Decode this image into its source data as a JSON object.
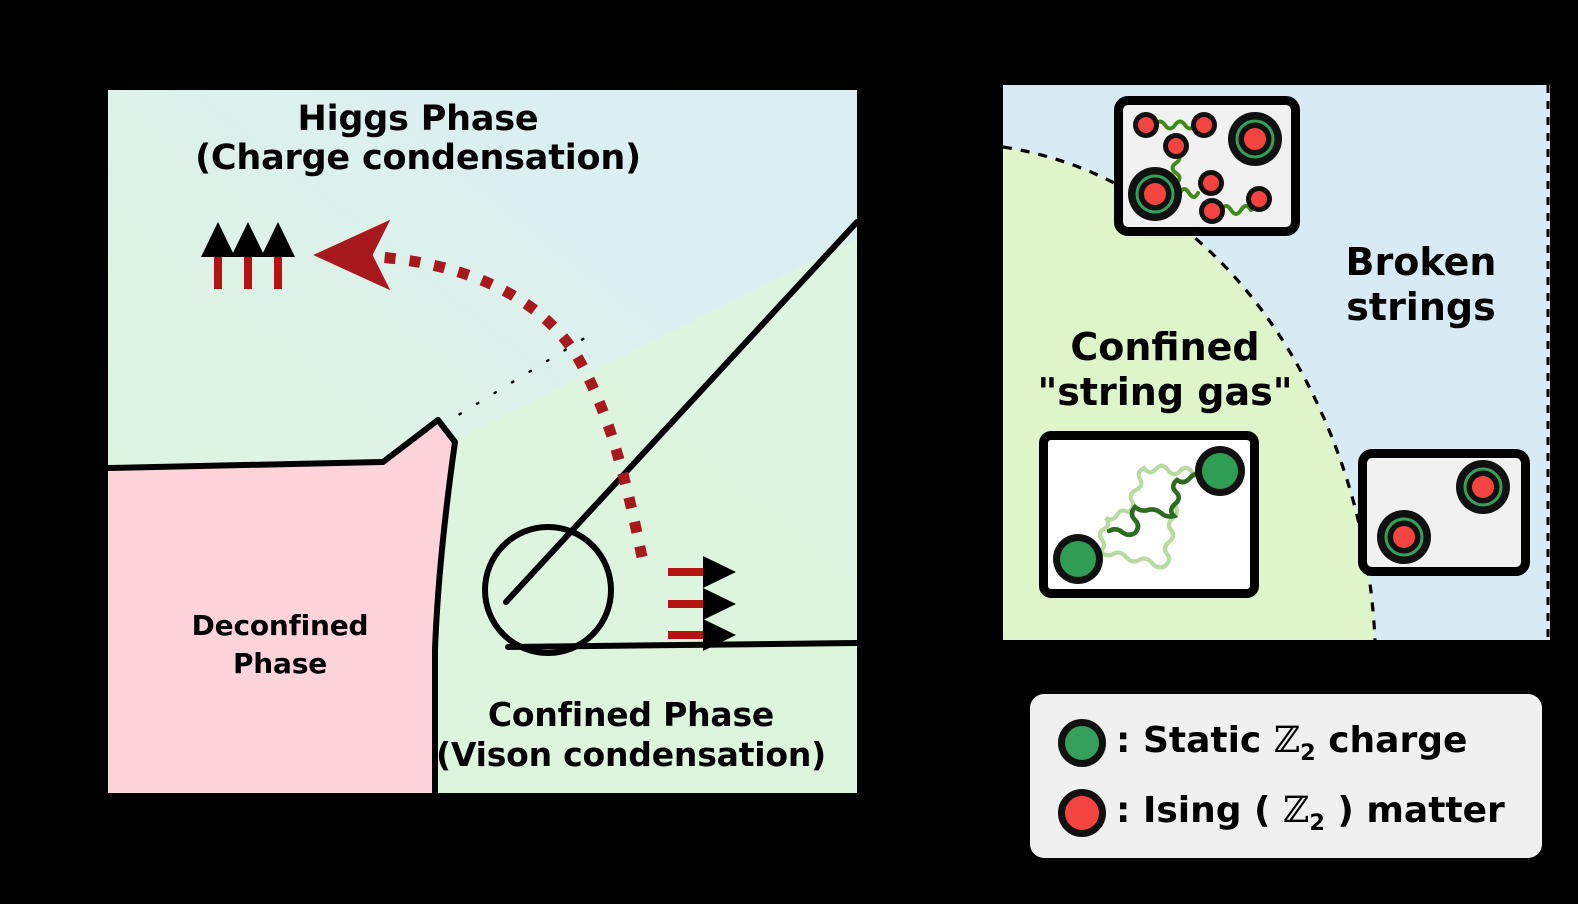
{
  "figure": {
    "background_color": "#000000",
    "domain": "Diagram"
  },
  "left_panel": {
    "name": "phase-diagram",
    "background_gradient": [
      "#d8eef3",
      "#ddf5dd"
    ],
    "labels": {
      "higgs_line1": "Higgs Phase",
      "higgs_line2": "(Charge condensation)",
      "deconfined_line1": "Deconfined",
      "deconfined_line2": "Phase",
      "confined_line1": "Confined Phase",
      "confined_line2": "(Vison condensation)"
    },
    "regions": [
      {
        "name": "higgs-region",
        "fill": "#ddf0ee"
      },
      {
        "name": "deconfined-region",
        "fill": "#ffd3da"
      },
      {
        "name": "confined-region",
        "fill": "#ddf5dd"
      }
    ],
    "annotations": {
      "up_arrows_count": 3,
      "right_arrows_count": 3,
      "arrow_shaft_color": "#b51212",
      "arrow_head_color": "#000000",
      "crossover_arrow_color": "#a8191e",
      "crossover_arrow_style": "dotted-curved",
      "thin_dotted_line_color": "#000000",
      "circle_marker": "deconfined-critical-point"
    }
  },
  "right_panel": {
    "name": "string-breaking-diagram",
    "background_color": "#d8eaf3",
    "confined_region_color": "#ddf5c8",
    "boundary_style": "dashed",
    "labels": {
      "broken_line1": "Broken",
      "broken_line2": "strings",
      "confined_line1": "Confined",
      "confined_line2": "\"string gas\""
    },
    "insets": [
      {
        "name": "broken-strings-top-inset",
        "background": "#f1f1f1",
        "contents": "short green strings connecting Ising matter pairs plus two static charges dressed with matter"
      },
      {
        "name": "confined-string-gas-inset",
        "background": "#ffffff",
        "contents": "two static Z2 charges joined by long wiggly green strings"
      },
      {
        "name": "broken-strings-bottom-inset",
        "background": "#f1f1f1",
        "contents": "two isolated static charges screened by Ising matter, no string"
      }
    ]
  },
  "legend": {
    "name": "symbol-legend",
    "background": "#f0f0f0",
    "items": [
      {
        "swatch_color": "#35a05b",
        "separator": ":",
        "text_before": "Static",
        "symbol": "Z",
        "subscript": "2",
        "text_after": "charge",
        "full_text": ": Static ℨ2 charge"
      },
      {
        "swatch_color": "#f4443f",
        "separator": ":",
        "text_before": "Ising (",
        "symbol": "Z",
        "subscript": "2",
        "text_after": ") matter",
        "full_text": ": Ising (ℨ2) matter"
      }
    ]
  },
  "colors": {
    "static_charge_green": "#35a05b",
    "ising_matter_red": "#f4443f",
    "string_green_dark": "#2d6b1f",
    "string_green_light": "#b8dca0",
    "outline_black": "#000000",
    "pink_region": "#ffd3da",
    "blue_region": "#d8eaf3",
    "green_region": "#ddf5dd"
  }
}
